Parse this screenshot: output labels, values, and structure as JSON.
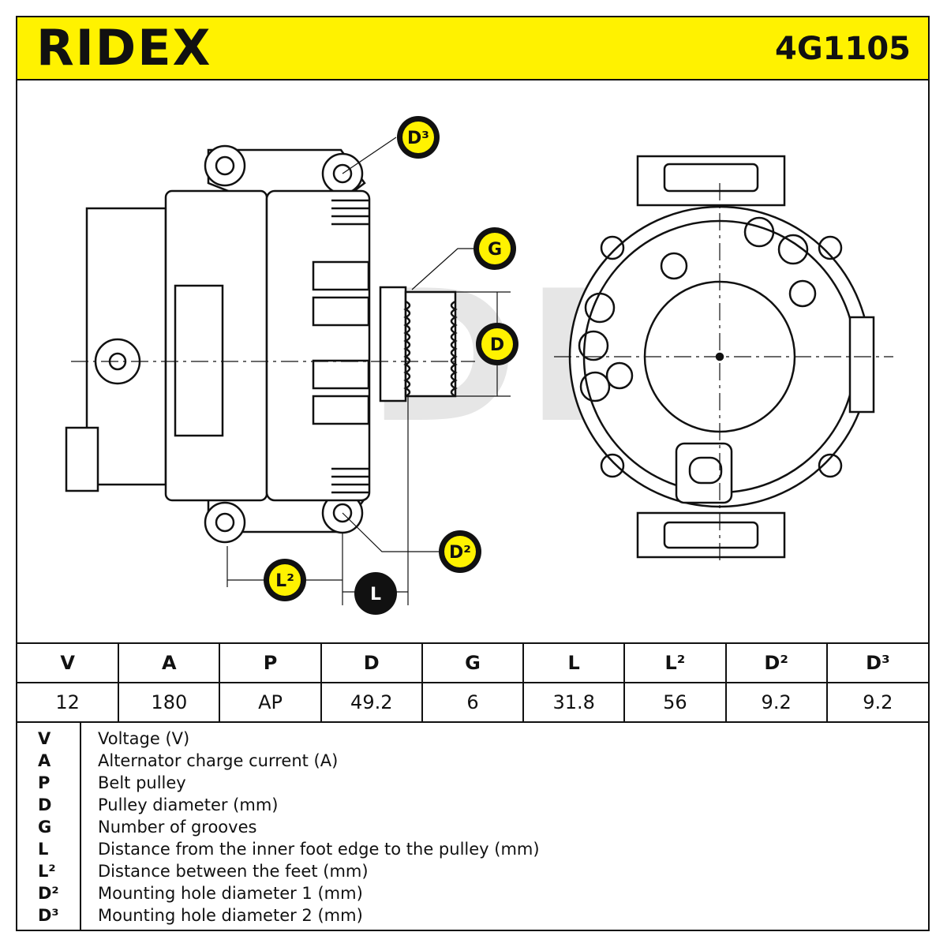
{
  "header": {
    "brand": "RIDEX",
    "part_number": "4G1105"
  },
  "drawing": {
    "watermark": "RIDEX",
    "callouts": {
      "d3": "D³",
      "g": "G",
      "d": "D",
      "d2": "D²",
      "l2": "L²",
      "l": "L"
    }
  },
  "specs": {
    "headers": [
      "V",
      "A",
      "P",
      "D",
      "G",
      "L",
      "L²",
      "D²",
      "D³"
    ],
    "values": [
      "12",
      "180",
      "AP",
      "49.2",
      "6",
      "31.8",
      "56",
      "9.2",
      "9.2"
    ]
  },
  "legend": [
    {
      "key": "V",
      "desc": "Voltage (V)"
    },
    {
      "key": "A",
      "desc": "Alternator charge current (A)"
    },
    {
      "key": "P",
      "desc": "Belt pulley"
    },
    {
      "key": "D",
      "desc": "Pulley diameter (mm)"
    },
    {
      "key": "G",
      "desc": "Number of grooves"
    },
    {
      "key": "L",
      "desc": "Distance from the inner foot edge to the pulley (mm)"
    },
    {
      "key": "L²",
      "desc": "Distance between the feet (mm)"
    },
    {
      "key": "D²",
      "desc": "Mounting hole diameter 1 (mm)"
    },
    {
      "key": "D³",
      "desc": "Mounting hole diameter 2 (mm)"
    }
  ],
  "colors": {
    "accent_yellow": "#fff200",
    "ink": "#111111",
    "watermark": "#e6e6e6"
  }
}
